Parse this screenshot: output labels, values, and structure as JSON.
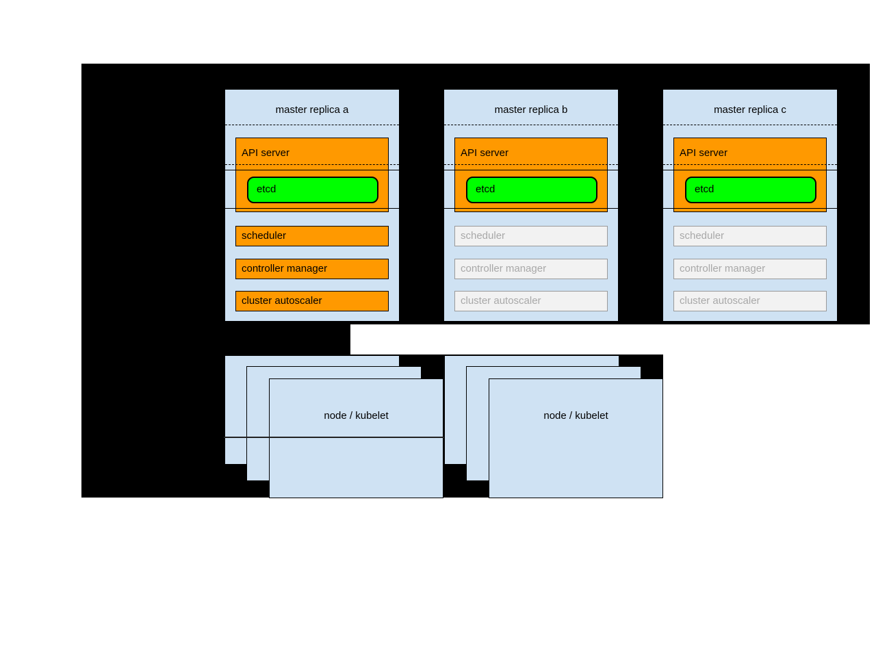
{
  "colors": {
    "backdrop": "#000000",
    "box_fill": "#cfe2f3",
    "active_fill": "#ff9900",
    "etcd_fill": "#00ff00",
    "standby_fill": "#f2f2f2",
    "standby_border": "#999999",
    "standby_text": "#a8a8a8"
  },
  "replicas": [
    {
      "title": "master replica a",
      "state": "active",
      "components": {
        "api_server": "API server",
        "etcd": "etcd",
        "scheduler": "scheduler",
        "controller_manager": "controller manager",
        "cluster_autoscaler": "cluster autoscaler"
      }
    },
    {
      "title": "master replica b",
      "state": "standby",
      "components": {
        "api_server": "API server",
        "etcd": "etcd",
        "scheduler": "scheduler",
        "controller_manager": "controller manager",
        "cluster_autoscaler": "cluster autoscaler"
      }
    },
    {
      "title": "master replica c",
      "state": "standby",
      "components": {
        "api_server": "API server",
        "etcd": "etcd",
        "scheduler": "scheduler",
        "controller_manager": "controller manager",
        "cluster_autoscaler": "cluster autoscaler"
      }
    }
  ],
  "node_groups": [
    {
      "label": "node / kubelet"
    },
    {
      "label": "node / kubelet"
    }
  ]
}
